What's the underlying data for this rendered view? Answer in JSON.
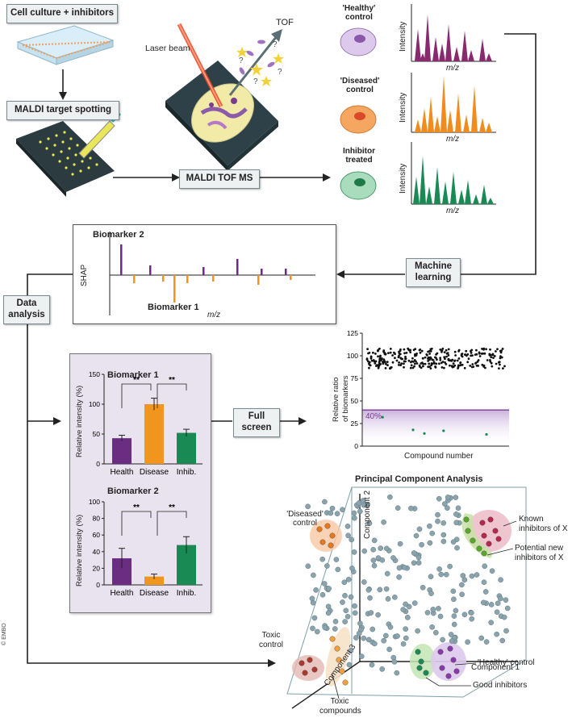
{
  "boxes": {
    "cell_culture": "Cell culture + inhibitors",
    "maldi_spotting": "MALDI target spotting",
    "maldi_tof": "MALDI TOF MS",
    "machine_learning": "Machine learning",
    "data_analysis": "Data analysis",
    "full_screen": "Full screen"
  },
  "labels": {
    "laser_beam": "Laser beam",
    "tof": "TOF",
    "healthy_control": "'Healthy' control",
    "diseased_control": "'Diseased' control",
    "inhibitor_treated": "Inhibitor treated",
    "intensity": "Intensity",
    "mz": "m/z",
    "copyright": "© EMBO"
  },
  "shap": {
    "ylabel": "SHAP",
    "xlabel": "m/z",
    "label_top": "Biomarker 2",
    "label_bottom": "Biomarker 1",
    "colors": {
      "positive": "#6a2d82",
      "negative": "#f0961e"
    }
  },
  "biomarker1": {
    "title": "Biomarker 1",
    "ylabel": "Relative intensity (%)",
    "categories": [
      "Health",
      "Disease",
      "Inhib."
    ],
    "values": [
      43,
      100,
      52
    ],
    "errors": [
      5,
      10,
      6
    ],
    "ticks": [
      "0",
      "50",
      "100",
      "150"
    ],
    "sig": [
      "**",
      "**"
    ]
  },
  "biomarker2": {
    "title": "Biomarker 2",
    "ylabel": "Relative intensity (%)",
    "categories": [
      "Health",
      "Disease",
      "Inhib."
    ],
    "values": [
      32,
      10,
      48
    ],
    "errors": [
      12,
      3,
      10
    ],
    "ticks": [
      "0",
      "20",
      "40",
      "60",
      "80",
      "100"
    ],
    "sig": [
      "**",
      "**"
    ]
  },
  "chart_data": [
    {
      "type": "bar",
      "title": "Biomarker 1",
      "ylabel": "Relative intensity (%)",
      "categories": [
        "Health",
        "Disease",
        "Inhib."
      ],
      "values": [
        43,
        100,
        52
      ],
      "ylim": [
        0,
        150
      ]
    },
    {
      "type": "bar",
      "title": "Biomarker 2",
      "ylabel": "Relative intensity (%)",
      "categories": [
        "Health",
        "Disease",
        "Inhib."
      ],
      "values": [
        32,
        10,
        48
      ],
      "ylim": [
        0,
        100
      ]
    },
    {
      "type": "scatter",
      "xlabel": "Compound number",
      "ylabel": "Relative ratio of biomarkers",
      "ylim": [
        0,
        125
      ],
      "yticks": [
        "0",
        "25",
        "50",
        "75",
        "100",
        "125"
      ],
      "threshold": 40,
      "threshold_label": "40%",
      "low_points": [
        {
          "x": 18,
          "y": 32
        },
        {
          "x": 45,
          "y": 18
        },
        {
          "x": 55,
          "y": 14
        },
        {
          "x": 72,
          "y": 17
        },
        {
          "x": 110,
          "y": 13
        }
      ]
    }
  ],
  "pca": {
    "title": "Principal Component Analysis",
    "component1": "Component 1",
    "component2": "Component 2",
    "component3": "Component 3",
    "diseased": "'Diseased' control",
    "known": "Known inhibitors of X",
    "potential": "Potential new inhibitors of X",
    "toxic_control": "Toxic control",
    "toxic_compounds": "Toxic compounds",
    "healthy": "'Healthy' control",
    "good": "Good inhibitors"
  },
  "colors": {
    "healthy": "#8a2a6e",
    "diseased": "#f08c1e",
    "inhibitor": "#1a8a55",
    "purple_panel": "#e9e2ef"
  }
}
